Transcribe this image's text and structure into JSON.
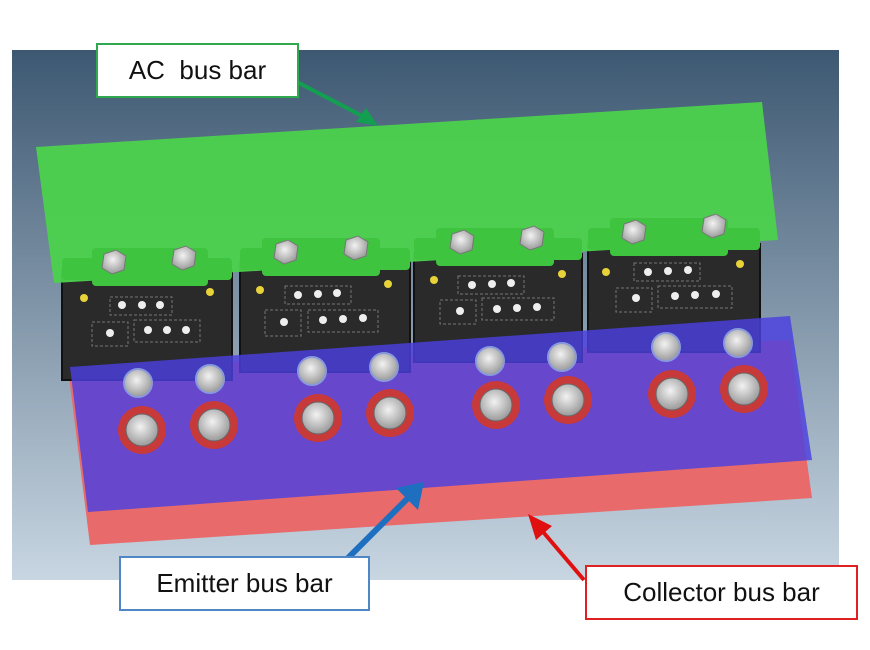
{
  "labels": {
    "ac_bus_bar": "AC  bus bar",
    "emitter_bus_bar": "Emitter bus bar",
    "collector_bus_bar": "Collector bus bar"
  },
  "colors": {
    "ac_bus_bar": "#4cd24c",
    "emitter_bus_bar": "#5a4fe6",
    "collector_bus_bar": "#e86a6a",
    "ac_arrow": "#12a050",
    "emitter_arrow": "#1f6fc0",
    "collector_arrow": "#e01010",
    "module_body": "#2a2a2a",
    "background_top": "#3d5872",
    "background_bottom": "#c8d6e2"
  },
  "module_count": 4
}
